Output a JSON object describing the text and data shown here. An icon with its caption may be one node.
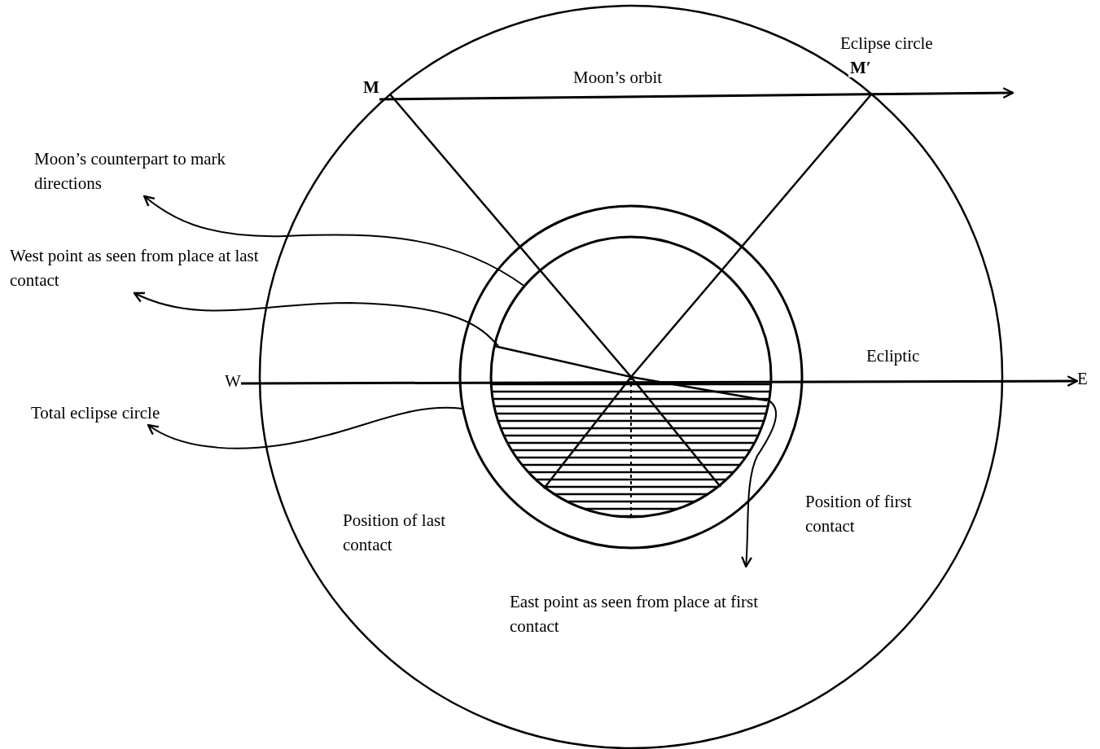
{
  "diagram": {
    "nodes": [
      {
        "text": [
          "M"
        ]
      },
      {
        "text": [
          "W"
        ]
      },
      {
        "text": [
          "E"
        ]
      },
      {
        "text": [
          "Moon’s counterpart to mark directions"
        ]
      },
      {
        "text": [
          "West point as seen from place at last contact"
        ]
      },
      {
        "text": [
          "Total eclipse circle"
        ]
      },
      {
        "text": [
          "East point as seen from place at first contact"
        ]
      }
    ],
    "edges": [
      {
        "from": 0,
        "to": null,
        "arrow": "to",
        "label": "Moon’s orbit"
      },
      {
        "from": 1,
        "to": 2,
        "arrow": "to",
        "label": "Ecliptic"
      },
      {
        "from": null,
        "to": 3,
        "arrow": "to"
      },
      {
        "from": null,
        "to": 4,
        "arrow": "to"
      },
      {
        "from": null,
        "to": 5,
        "arrow": "to"
      },
      {
        "from": null,
        "to": 6,
        "arrow": "to"
      }
    ],
    "labels": [
      "Eclipse circle",
      "M′",
      "Position of last contact",
      "Position of first contact"
    ]
  }
}
